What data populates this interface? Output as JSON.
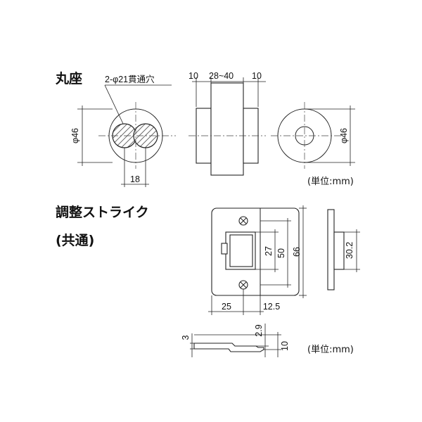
{
  "sections": {
    "round_plate": {
      "title": "丸座",
      "hole_label": "2-φ21貫通穴"
    },
    "strike": {
      "title": "調整ストライク",
      "subtitle": "(共通)"
    }
  },
  "dimensions": {
    "round_plate": {
      "dia_left": "φ46",
      "width_18": "18",
      "side_10_left": "10",
      "side_28_40": "28~40",
      "side_10_right": "10",
      "dia_right": "φ46"
    },
    "strike": {
      "d27": "27",
      "d50": "50",
      "d66": "66",
      "d30_2": "30.2",
      "d25": "25",
      "d12_5": "12.5",
      "d3": "3",
      "d2_9": "2.9",
      "d10": "10"
    }
  },
  "units": {
    "top": "(単位:mm)",
    "bottom": "(単位:mm)"
  }
}
